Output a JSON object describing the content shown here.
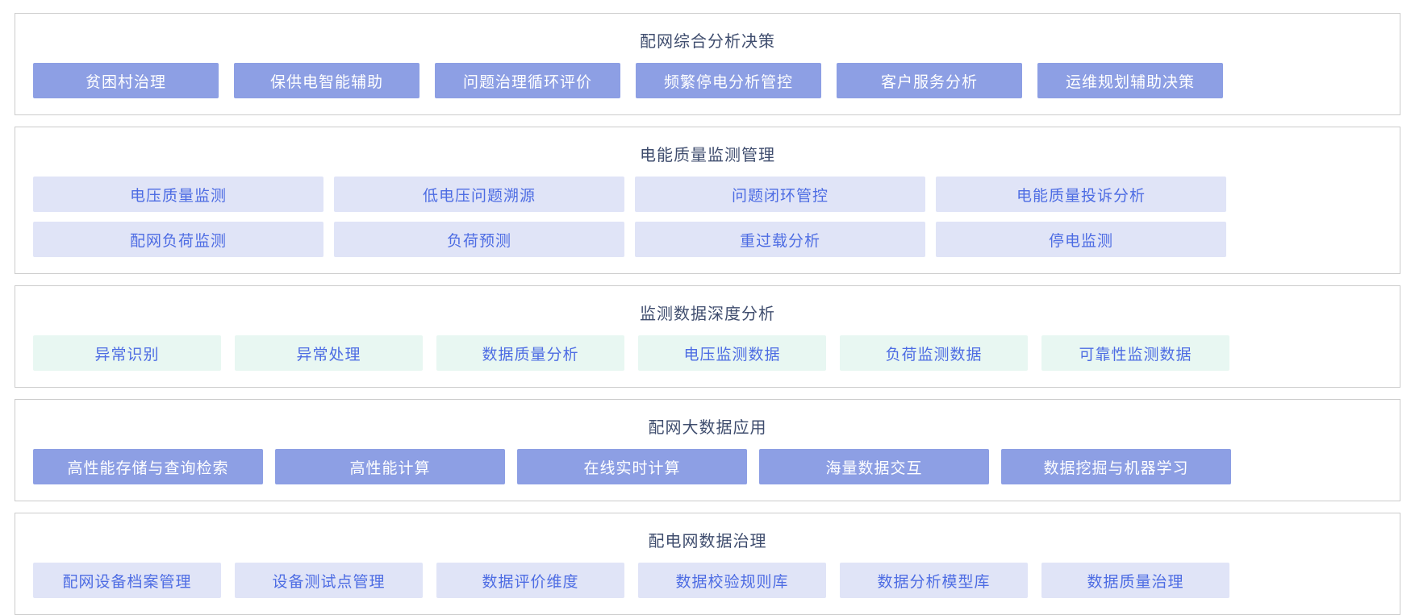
{
  "colors": {
    "title_text": "#3f4d6e",
    "solid_bg": "#8d9fe4",
    "solid_text": "#ffffff",
    "lavender_bg": "#e0e4f7",
    "mint_bg": "#e8f7f2",
    "blue_text": "#4d6ce3",
    "panel_border": "#cccccc"
  },
  "sections": [
    {
      "title": "配网综合分析决策",
      "variant": "solid",
      "rows": [
        [
          "贫困村治理",
          "保供电智能辅助",
          "问题治理循环评价",
          "频繁停电分析管控",
          "客户服务分析",
          "运维规划辅助决策"
        ]
      ]
    },
    {
      "title": "电能质量监测管理",
      "variant": "lavender",
      "rows": [
        [
          "电压质量监测",
          "低电压问题溯源",
          "问题闭环管控",
          "电能质量投诉分析"
        ],
        [
          "配网负荷监测",
          "负荷预测",
          "重过载分析",
          "停电监测"
        ]
      ]
    },
    {
      "title": "监测数据深度分析",
      "variant": "mint",
      "rows": [
        [
          "异常识别",
          "异常处理",
          "数据质量分析",
          "电压监测数据",
          "负荷监测数据",
          "可靠性监测数据"
        ]
      ]
    },
    {
      "title": "配网大数据应用",
      "variant": "solid",
      "rows": [
        [
          "高性能存储与查询检索",
          "高性能计算",
          "在线实时计算",
          "海量数据交互",
          "数据挖掘与机器学习"
        ]
      ]
    },
    {
      "title": "配电网数据治理",
      "variant": "lavender",
      "rows": [
        [
          "配网设备档案管理",
          "设备测试点管理",
          "数据评价维度",
          "数据校验规则库",
          "数据分析模型库",
          "数据质量治理"
        ]
      ]
    }
  ]
}
